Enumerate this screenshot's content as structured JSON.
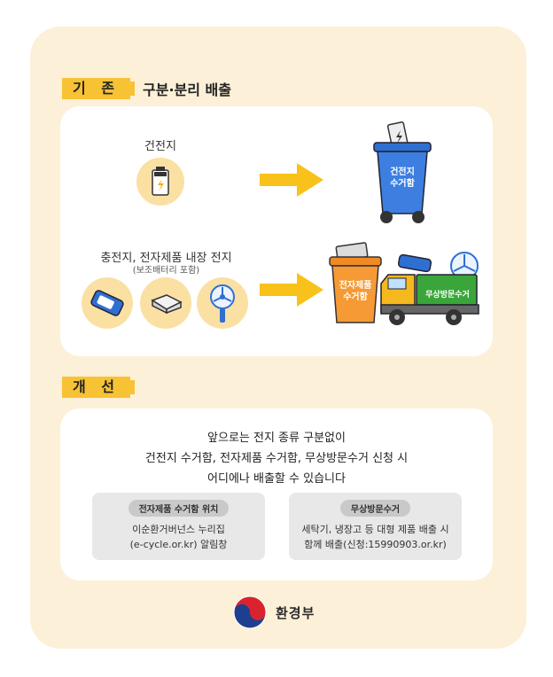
{
  "existing": {
    "tag": "기 존",
    "title": "구분·분리 배출",
    "row1_label": "건전지",
    "bin1_label1": "건전지",
    "bin1_label2": "수거함",
    "row2_label": "충전지, 전자제품 내장 전지",
    "row2_sublabel": "(보조배터리 포함)",
    "bin2_label1": "전자제품",
    "bin2_label2": "수거함",
    "truck_label": "무상방문수거"
  },
  "improved": {
    "tag": "개 선",
    "desc_line1": "앞으로는 전지 종류 구분없이",
    "desc_line2": "건전지 수거함, 전자제품 수거함, 무상방문수거 신청 시",
    "desc_line3": "어디에나 배출할 수 있습니다",
    "box1": {
      "title": "전자제품 수거함 위치",
      "line1": "이순환거버넌스 누리집",
      "line2": "(e-cycle.or.kr) 알림창"
    },
    "box2": {
      "title": "무상방문수거",
      "line1": "세탁기, 냉장고 등 대형 제품 배출 시",
      "line2": "함께 배출(신청:15990903.or.kr)"
    }
  },
  "footer": {
    "ministry": "환경부"
  },
  "colors": {
    "background": "#fdf0d8",
    "tag": "#f7c234",
    "arrow": "#f8c21a",
    "blue_bin": "#2f6fd1",
    "orange_bin": "#f08a24",
    "truck_green": "#3aa53a"
  }
}
